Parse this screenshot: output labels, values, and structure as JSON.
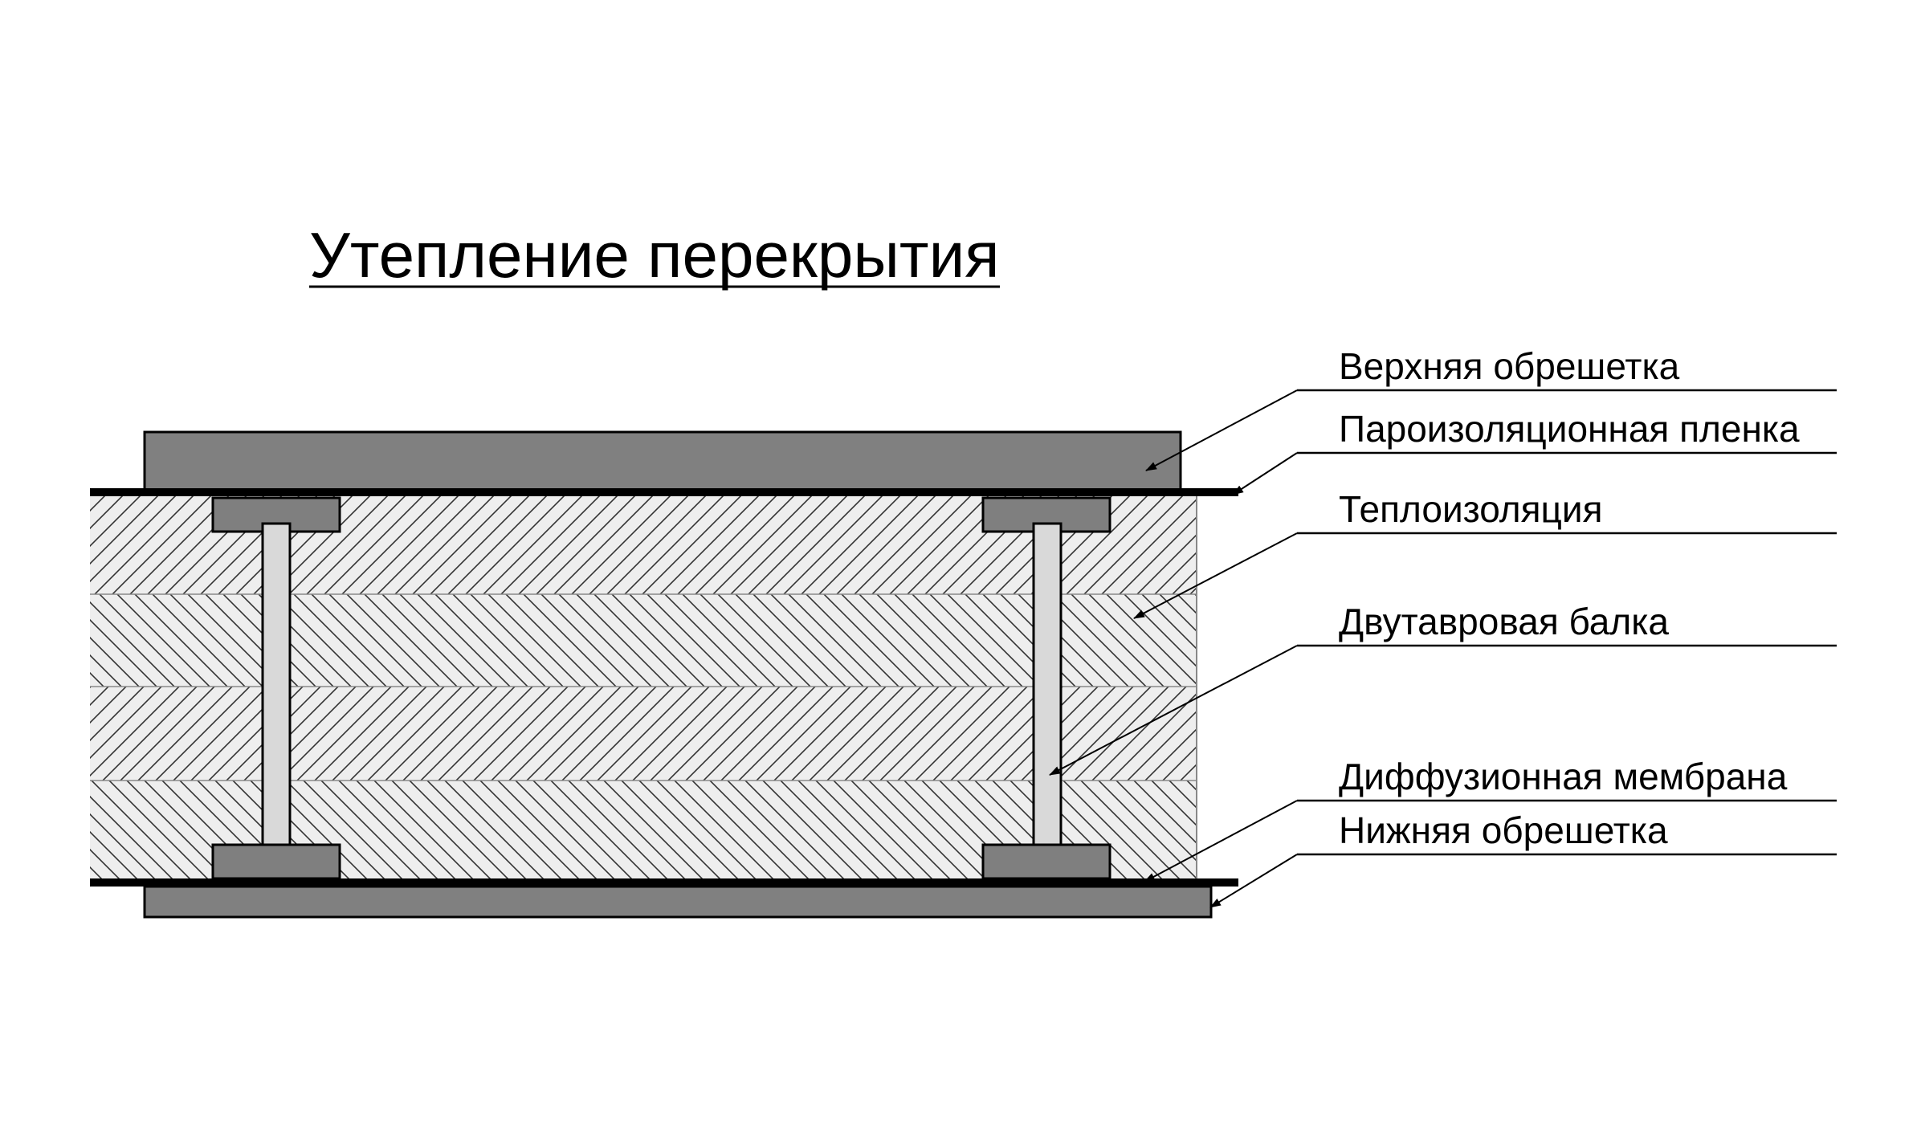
{
  "title": "Утепление перекрытия",
  "labels": {
    "top_batten": "Верхняя обрешетка",
    "vapor_film": "Пароизоляционная пленка",
    "insulation": "Теплоизоляция",
    "i_beam": "Двутавровая балка",
    "diffusion_membrane": "Диффузионная мембрана",
    "bottom_batten": "Нижняя обрешетка"
  },
  "colors": {
    "board": "#808080",
    "flange": "#7f7f7f",
    "web": "#d9d9d9",
    "insulation_fill": "#eeeeee",
    "hatch": "#333333",
    "membrane": "#000000"
  }
}
